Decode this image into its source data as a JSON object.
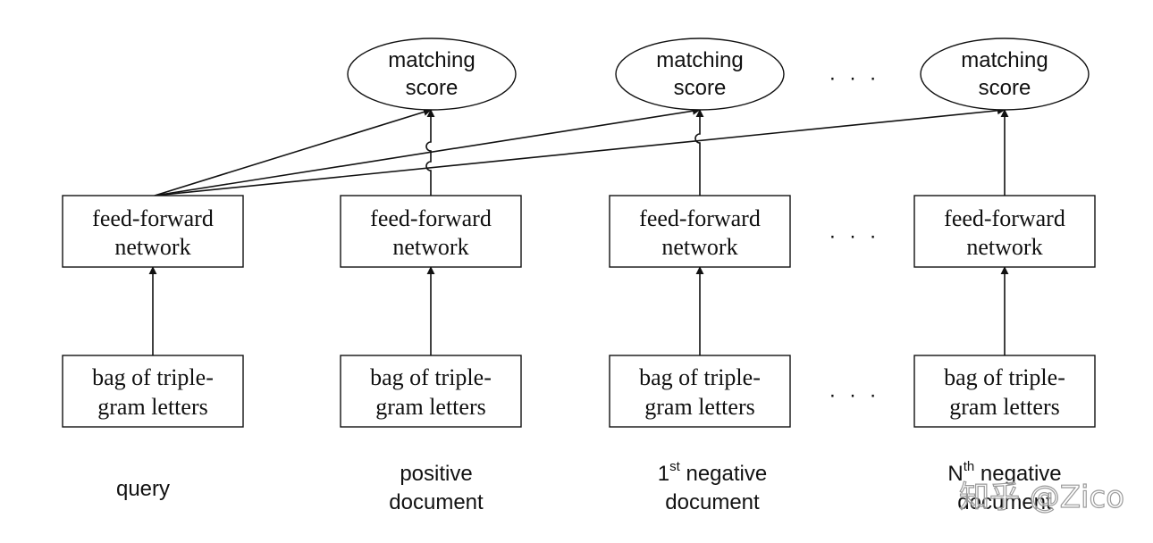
{
  "columns": [
    {
      "id": "query",
      "score": null,
      "network": [
        "feed-forward",
        "network"
      ],
      "input": [
        "bag of triple-",
        "gram letters"
      ],
      "label": {
        "main": "query",
        "sup": "",
        "after": "",
        "line2": ""
      }
    },
    {
      "id": "positive",
      "score": [
        "matching",
        "score"
      ],
      "network": [
        "feed-forward",
        "network"
      ],
      "input": [
        "bag of triple-",
        "gram letters"
      ],
      "label": {
        "main": "positive",
        "sup": "",
        "after": "",
        "line2": "document"
      }
    },
    {
      "id": "negative-1",
      "score": [
        "matching",
        "score"
      ],
      "network": [
        "feed-forward",
        "network"
      ],
      "input": [
        "bag of triple-",
        "gram letters"
      ],
      "label": {
        "main": "1",
        "sup": "st",
        "after": " negative",
        "line2": "document"
      }
    },
    {
      "id": "negative-n",
      "score": [
        "matching",
        "score"
      ],
      "network": [
        "feed-forward",
        "network"
      ],
      "input": [
        "bag of triple-",
        "gram letters"
      ],
      "label": {
        "main": "N",
        "sup": "th",
        "after": " negative",
        "line2": "document"
      }
    }
  ],
  "ellipsis": "· · ·",
  "watermark": "知乎 @Zico"
}
